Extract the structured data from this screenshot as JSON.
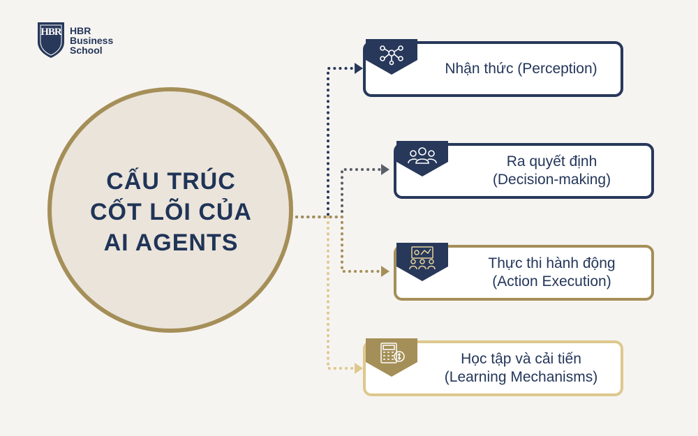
{
  "brand": {
    "monogram": "HBR",
    "line1": "HBR",
    "line2": "Business",
    "line3": "School"
  },
  "center": {
    "line1": "CẤU TRÚC",
    "line2": "CỐT LÕI CỦA",
    "line3": "AI AGENTS"
  },
  "items": [
    {
      "line1": "Nhận thức (Perception)",
      "line2": "",
      "icon": "people-network-icon"
    },
    {
      "line1": "Ra quyết định",
      "line2": "(Decision-making)",
      "icon": "team-group-icon"
    },
    {
      "line1": "Thực thi hành động",
      "line2": "(Action Execution)",
      "icon": "presentation-meeting-icon"
    },
    {
      "line1": "Học tập và cải tiến",
      "line2": "(Learning Mechanisms)",
      "icon": "calculator-finance-icon"
    }
  ],
  "colors": {
    "navy": "#27385a",
    "gold": "#a58f58",
    "gold_light": "#ddc88e",
    "background": "#f6f4f1",
    "circle_fill": "#ebe4db"
  }
}
